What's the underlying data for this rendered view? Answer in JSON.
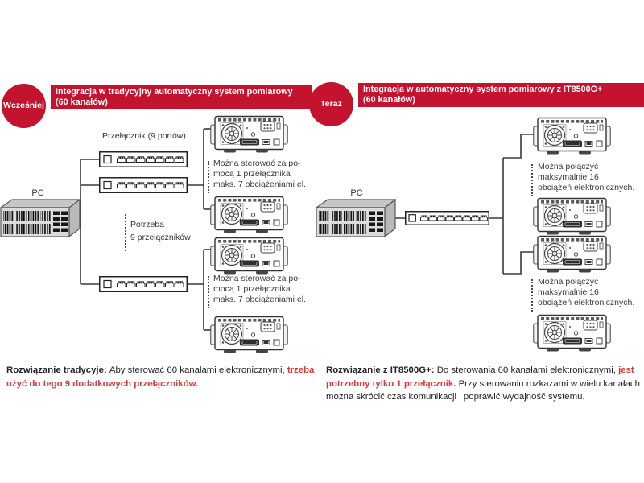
{
  "colors": {
    "accent_red": "#c3132f",
    "text_red": "#d43c3c",
    "line_color": "#3a3a3a"
  },
  "left_panel": {
    "badge": "Wcześniej",
    "header_line1": "Integracja w tradycyjny automatyczny system pomiarowy",
    "header_line2": "(60 kanałów)",
    "pc_label": "PC",
    "switch_label": "Przełącznik (9 portów)",
    "need_note": {
      "line1": "Potrzeba",
      "line2": "9 przełączników"
    },
    "load_note": {
      "line1": "Można sterować za po-",
      "line2": "mocą 1 przełącznika",
      "line3": "maks. 7 obciążeniami el."
    },
    "summary_segments": [
      {
        "text": "Rozwiązanie tradycyje: ",
        "style": "bold"
      },
      {
        "text": "Aby sterować 60 kanałami elektronicznymi, ",
        "style": "normal"
      },
      {
        "text": "trzeba użyć do tego 9 dodatkowych przełączników.",
        "style": "bold-red"
      }
    ]
  },
  "right_panel": {
    "badge": "Teraz",
    "header_line1": "Integracja w automatyczny system pomiarowy z IT8500G+",
    "header_line2": "(60 kanałów)",
    "pc_label": "PC",
    "load_note": {
      "line1": "Można połączyć",
      "line2": "maksymalnie 16",
      "line3": "obciążeń elektronicznych."
    },
    "summary_segments": [
      {
        "text": "Rozwiązanie z IT8500G+: ",
        "style": "bold"
      },
      {
        "text": "Do sterowania 60 kanałami elektronicznymi, ",
        "style": "normal"
      },
      {
        "text": "jest potrzebny tylko 1 przełącznik.",
        "style": "bold-red"
      },
      {
        "text": " Przy sterowaniu rozkazami w wielu kanałach można skrócić czas komunikacji i poprawić wydajność  systemu.",
        "style": "normal"
      }
    ]
  }
}
